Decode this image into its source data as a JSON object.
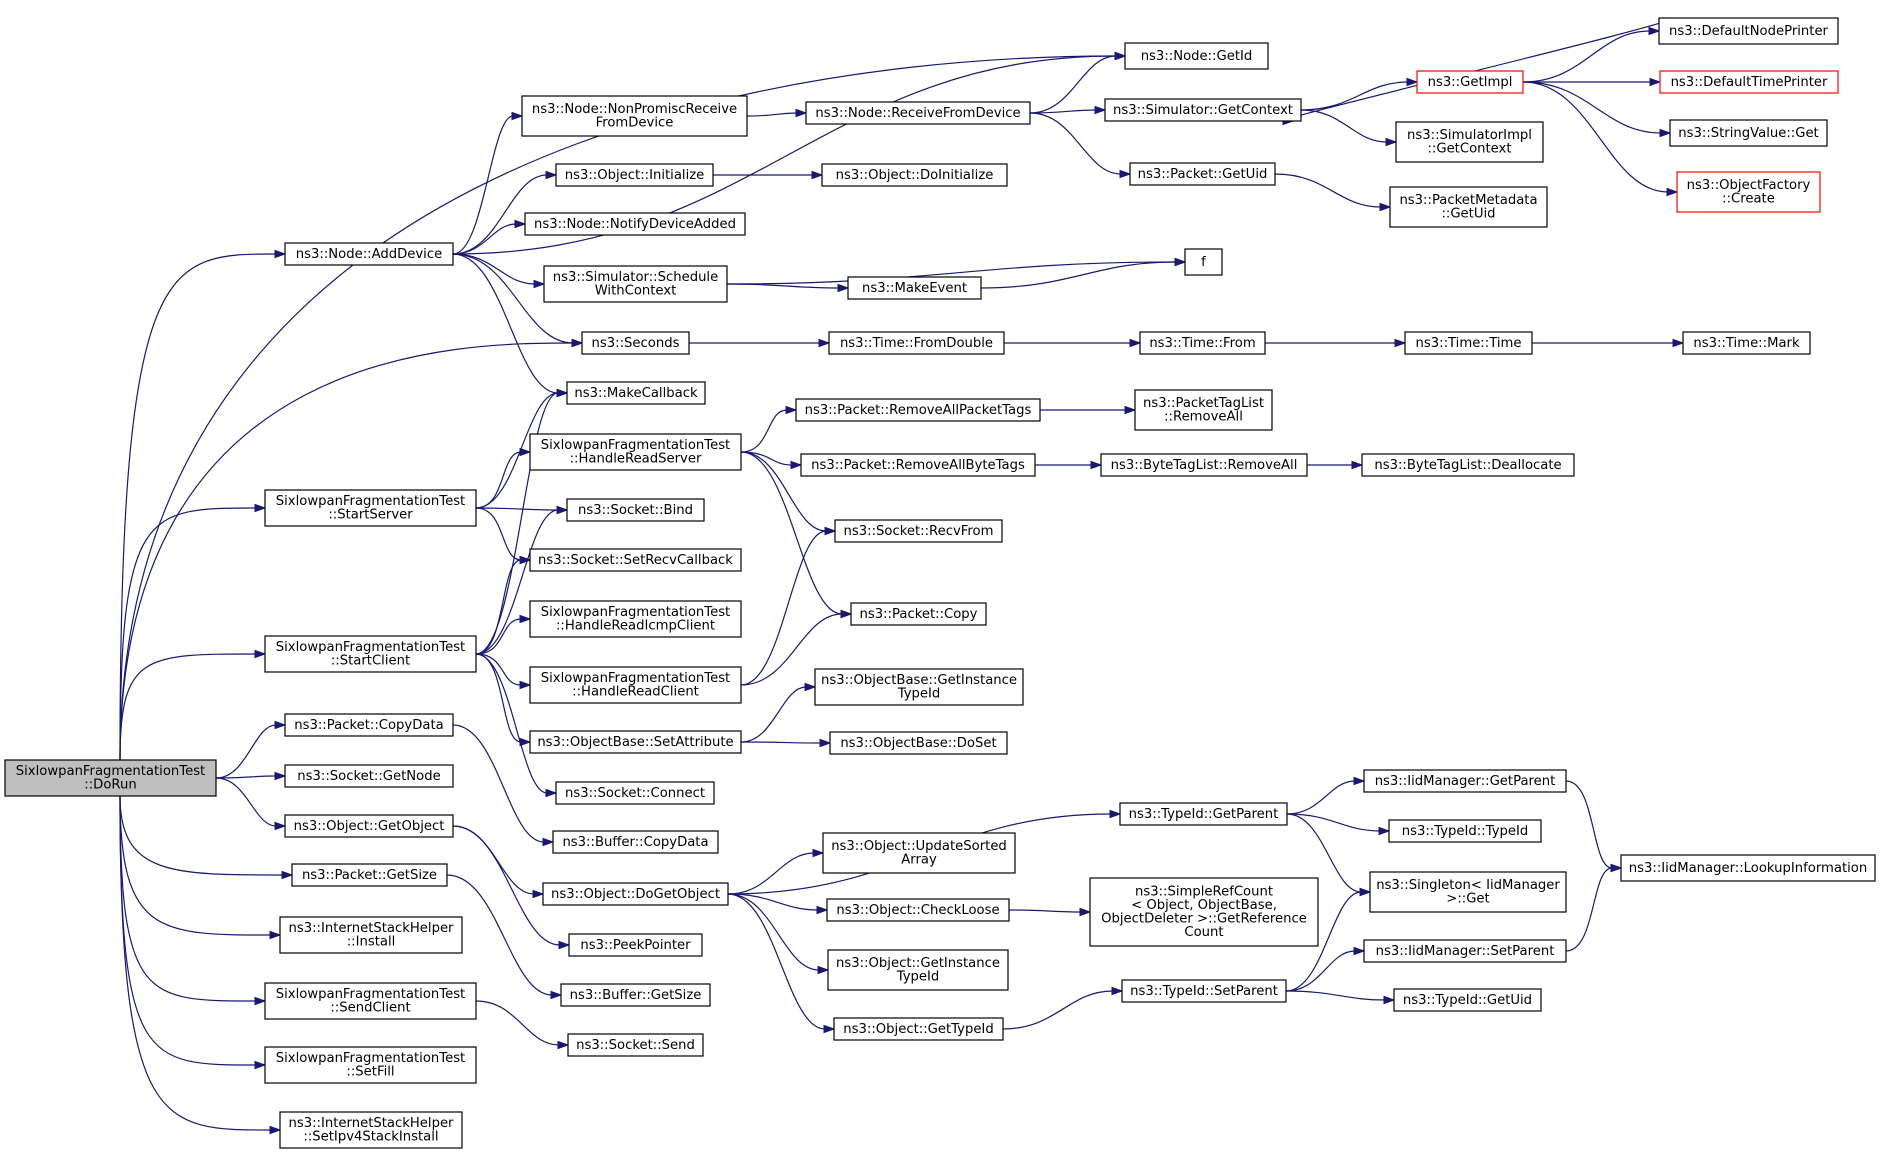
{
  "nodes": [
    {
      "id": "root",
      "lines": [
        "SixlowpanFragmentationTest",
        "::DoRun"
      ],
      "style": "root"
    },
    {
      "id": "addDevice",
      "lines": [
        "ns3::Node::AddDevice"
      ]
    },
    {
      "id": "startServer",
      "lines": [
        "SixlowpanFragmentationTest",
        "::StartServer"
      ]
    },
    {
      "id": "startClient",
      "lines": [
        "SixlowpanFragmentationTest",
        "::StartClient"
      ]
    },
    {
      "id": "packetCopyData",
      "lines": [
        "ns3::Packet::CopyData"
      ]
    },
    {
      "id": "socketGetNode",
      "lines": [
        "ns3::Socket::GetNode"
      ]
    },
    {
      "id": "objectGetObject",
      "lines": [
        "ns3::Object::GetObject"
      ]
    },
    {
      "id": "packetGetSize",
      "lines": [
        "ns3::Packet::GetSize"
      ]
    },
    {
      "id": "ishInstall",
      "lines": [
        "ns3::InternetStackHelper",
        "::Install"
      ]
    },
    {
      "id": "sendClient",
      "lines": [
        "SixlowpanFragmentationTest",
        "::SendClient"
      ]
    },
    {
      "id": "setFill",
      "lines": [
        "SixlowpanFragmentationTest",
        "::SetFill"
      ]
    },
    {
      "id": "ishSetIpv4",
      "lines": [
        "ns3::InternetStackHelper",
        "::SetIpv4StackInstall"
      ]
    },
    {
      "id": "nodeNonPromisc",
      "lines": [
        "ns3::Node::NonPromiscReceive",
        "FromDevice"
      ]
    },
    {
      "id": "objectInitialize",
      "lines": [
        "ns3::Object::Initialize"
      ]
    },
    {
      "id": "nodeNotifyDevice",
      "lines": [
        "ns3::Node::NotifyDeviceAdded"
      ]
    },
    {
      "id": "simScheduleCtx",
      "lines": [
        "ns3::Simulator::Schedule",
        "WithContext"
      ]
    },
    {
      "id": "seconds",
      "lines": [
        "ns3::Seconds"
      ]
    },
    {
      "id": "makeCallback",
      "lines": [
        "ns3::MakeCallback"
      ]
    },
    {
      "id": "handleReadServer",
      "lines": [
        "SixlowpanFragmentationTest",
        "::HandleReadServer"
      ]
    },
    {
      "id": "socketBind",
      "lines": [
        "ns3::Socket::Bind"
      ]
    },
    {
      "id": "socketSetRecvCb",
      "lines": [
        "ns3::Socket::SetRecvCallback"
      ]
    },
    {
      "id": "handleReadIcmp",
      "lines": [
        "SixlowpanFragmentationTest",
        "::HandleReadIcmpClient"
      ]
    },
    {
      "id": "handleReadClient",
      "lines": [
        "SixlowpanFragmentationTest",
        "::HandleReadClient"
      ]
    },
    {
      "id": "objBaseSetAttr",
      "lines": [
        "ns3::ObjectBase::SetAttribute"
      ]
    },
    {
      "id": "socketConnect",
      "lines": [
        "ns3::Socket::Connect"
      ]
    },
    {
      "id": "bufferCopyData",
      "lines": [
        "ns3::Buffer::CopyData"
      ]
    },
    {
      "id": "objectDoGetObject",
      "lines": [
        "ns3::Object::DoGetObject"
      ]
    },
    {
      "id": "peekPointer",
      "lines": [
        "ns3::PeekPointer"
      ]
    },
    {
      "id": "bufferGetSize",
      "lines": [
        "ns3::Buffer::GetSize"
      ]
    },
    {
      "id": "socketSend",
      "lines": [
        "ns3::Socket::Send"
      ]
    },
    {
      "id": "nodeGetId",
      "lines": [
        "ns3::Node::GetId"
      ]
    },
    {
      "id": "nodeRecvFromDevice",
      "lines": [
        "ns3::Node::ReceiveFromDevice"
      ]
    },
    {
      "id": "objectDoInitialize",
      "lines": [
        "ns3::Object::DoInitialize"
      ]
    },
    {
      "id": "makeEvent",
      "lines": [
        "ns3::MakeEvent"
      ]
    },
    {
      "id": "timeFromDouble",
      "lines": [
        "ns3::Time::FromDouble"
      ]
    },
    {
      "id": "pktRemoveAllPktTags",
      "lines": [
        "ns3::Packet::RemoveAllPacketTags"
      ]
    },
    {
      "id": "pktRemoveAllByteTags",
      "lines": [
        "ns3::Packet::RemoveAllByteTags"
      ]
    },
    {
      "id": "socketRecvFrom",
      "lines": [
        "ns3::Socket::RecvFrom"
      ]
    },
    {
      "id": "packetCopy",
      "lines": [
        "ns3::Packet::Copy"
      ]
    },
    {
      "id": "objBaseGetInstTid",
      "lines": [
        "ns3::ObjectBase::GetInstance",
        "TypeId"
      ]
    },
    {
      "id": "objBaseDoSet",
      "lines": [
        "ns3::ObjectBase::DoSet"
      ]
    },
    {
      "id": "objUpdateSorted",
      "lines": [
        "ns3::Object::UpdateSorted",
        "Array"
      ]
    },
    {
      "id": "objCheckLoose",
      "lines": [
        "ns3::Object::CheckLoose"
      ]
    },
    {
      "id": "objGetInstTid",
      "lines": [
        "ns3::Object::GetInstance",
        "TypeId"
      ]
    },
    {
      "id": "objGetTypeId",
      "lines": [
        "ns3::Object::GetTypeId"
      ]
    },
    {
      "id": "simGetContext",
      "lines": [
        "ns3::Simulator::GetContext"
      ]
    },
    {
      "id": "packetGetUid",
      "lines": [
        "ns3::Packet::GetUid"
      ]
    },
    {
      "id": "f",
      "lines": [
        "f"
      ]
    },
    {
      "id": "timeFrom",
      "lines": [
        "ns3::Time::From"
      ]
    },
    {
      "id": "pktTagListRemoveAll",
      "lines": [
        "ns3::PacketTagList",
        "::RemoveAll"
      ]
    },
    {
      "id": "byteTagListRemoveAll",
      "lines": [
        "ns3::ByteTagList::RemoveAll"
      ]
    },
    {
      "id": "typeIdGetParent",
      "lines": [
        "ns3::TypeId::GetParent"
      ]
    },
    {
      "id": "simpleRefCount",
      "lines": [
        "ns3::SimpleRefCount",
        "< Object, ObjectBase,",
        " ObjectDeleter >::GetReference",
        "Count"
      ]
    },
    {
      "id": "typeIdSetParent",
      "lines": [
        "ns3::TypeId::SetParent"
      ]
    },
    {
      "id": "getImpl",
      "lines": [
        "ns3::GetImpl"
      ],
      "style": "red"
    },
    {
      "id": "simImplGetContext",
      "lines": [
        "ns3::SimulatorImpl",
        "::GetContext"
      ]
    },
    {
      "id": "pktMetaGetUid",
      "lines": [
        "ns3::PacketMetadata",
        "::GetUid"
      ]
    },
    {
      "id": "timeTime",
      "lines": [
        "ns3::Time::Time"
      ]
    },
    {
      "id": "byteTagListDealloc",
      "lines": [
        "ns3::ByteTagList::Deallocate"
      ]
    },
    {
      "id": "iidGetParent",
      "lines": [
        "ns3::IidManager::GetParent"
      ]
    },
    {
      "id": "typeIdTypeId",
      "lines": [
        "ns3::TypeId::TypeId"
      ]
    },
    {
      "id": "singletonGet",
      "lines": [
        "ns3::Singleton< IidManager",
        " >::Get"
      ]
    },
    {
      "id": "iidSetParent",
      "lines": [
        "ns3::IidManager::SetParent"
      ]
    },
    {
      "id": "typeIdGetUid",
      "lines": [
        "ns3::TypeId::GetUid"
      ]
    },
    {
      "id": "defaultNodePrinter",
      "lines": [
        "ns3::DefaultNodePrinter"
      ]
    },
    {
      "id": "defaultTimePrinter",
      "lines": [
        "ns3::DefaultTimePrinter"
      ],
      "style": "red"
    },
    {
      "id": "stringValueGet",
      "lines": [
        "ns3::StringValue::Get"
      ]
    },
    {
      "id": "objectFactoryCreate",
      "lines": [
        "ns3::ObjectFactory",
        "::Create"
      ],
      "style": "red"
    },
    {
      "id": "timeMark",
      "lines": [
        "ns3::Time::Mark"
      ]
    },
    {
      "id": "iidLookupInfo",
      "lines": [
        "ns3::IidManager::LookupInformation"
      ]
    }
  ],
  "edges": [
    [
      "root",
      "addDevice"
    ],
    [
      "root",
      "startServer"
    ],
    [
      "root",
      "startClient"
    ],
    [
      "root",
      "packetCopyData"
    ],
    [
      "root",
      "socketGetNode"
    ],
    [
      "root",
      "objectGetObject"
    ],
    [
      "root",
      "packetGetSize"
    ],
    [
      "root",
      "ishInstall"
    ],
    [
      "root",
      "sendClient"
    ],
    [
      "root",
      "setFill"
    ],
    [
      "root",
      "ishSetIpv4"
    ],
    [
      "root",
      "nodeGetId"
    ],
    [
      "root",
      "seconds"
    ],
    [
      "addDevice",
      "nodeGetId"
    ],
    [
      "addDevice",
      "nodeNonPromisc"
    ],
    [
      "addDevice",
      "objectInitialize"
    ],
    [
      "addDevice",
      "nodeNotifyDevice"
    ],
    [
      "addDevice",
      "simScheduleCtx"
    ],
    [
      "addDevice",
      "seconds"
    ],
    [
      "addDevice",
      "makeCallback"
    ],
    [
      "nodeNonPromisc",
      "nodeRecvFromDevice"
    ],
    [
      "nodeRecvFromDevice",
      "nodeGetId"
    ],
    [
      "nodeRecvFromDevice",
      "simGetContext"
    ],
    [
      "nodeRecvFromDevice",
      "packetGetUid"
    ],
    [
      "simGetContext",
      "getImpl"
    ],
    [
      "simGetContext",
      "simImplGetContext"
    ],
    [
      "getImpl",
      "defaultNodePrinter"
    ],
    [
      "getImpl",
      "defaultTimePrinter"
    ],
    [
      "getImpl",
      "stringValueGet"
    ],
    [
      "getImpl",
      "objectFactoryCreate"
    ],
    [
      "defaultNodePrinter",
      "simGetContext"
    ],
    [
      "packetGetUid",
      "pktMetaGetUid"
    ],
    [
      "objectInitialize",
      "objectDoInitialize"
    ],
    [
      "simScheduleCtx",
      "f"
    ],
    [
      "simScheduleCtx",
      "makeEvent"
    ],
    [
      "makeEvent",
      "f"
    ],
    [
      "seconds",
      "timeFromDouble"
    ],
    [
      "timeFromDouble",
      "timeFrom"
    ],
    [
      "timeFrom",
      "timeTime"
    ],
    [
      "timeTime",
      "timeMark"
    ],
    [
      "startServer",
      "makeCallback"
    ],
    [
      "startServer",
      "handleReadServer"
    ],
    [
      "startServer",
      "socketBind"
    ],
    [
      "startServer",
      "socketSetRecvCb"
    ],
    [
      "handleReadServer",
      "pktRemoveAllPktTags"
    ],
    [
      "handleReadServer",
      "pktRemoveAllByteTags"
    ],
    [
      "handleReadServer",
      "socketRecvFrom"
    ],
    [
      "handleReadServer",
      "packetCopy"
    ],
    [
      "pktRemoveAllPktTags",
      "pktTagListRemoveAll"
    ],
    [
      "pktRemoveAllByteTags",
      "byteTagListRemoveAll"
    ],
    [
      "byteTagListRemoveAll",
      "byteTagListDealloc"
    ],
    [
      "startClient",
      "makeCallback"
    ],
    [
      "startClient",
      "socketBind"
    ],
    [
      "startClient",
      "socketSetRecvCb"
    ],
    [
      "startClient",
      "handleReadIcmp"
    ],
    [
      "startClient",
      "handleReadClient"
    ],
    [
      "startClient",
      "objBaseSetAttr"
    ],
    [
      "startClient",
      "socketConnect"
    ],
    [
      "handleReadClient",
      "socketRecvFrom"
    ],
    [
      "handleReadClient",
      "packetCopy"
    ],
    [
      "objBaseSetAttr",
      "objBaseGetInstTid"
    ],
    [
      "objBaseSetAttr",
      "objBaseDoSet"
    ],
    [
      "packetCopyData",
      "bufferCopyData"
    ],
    [
      "objectGetObject",
      "objectDoGetObject"
    ],
    [
      "objectGetObject",
      "peekPointer"
    ],
    [
      "objectDoGetObject",
      "typeIdGetParent"
    ],
    [
      "objectDoGetObject",
      "objUpdateSorted"
    ],
    [
      "objectDoGetObject",
      "objCheckLoose"
    ],
    [
      "objectDoGetObject",
      "objGetInstTid"
    ],
    [
      "objectDoGetObject",
      "objGetTypeId"
    ],
    [
      "objCheckLoose",
      "simpleRefCount"
    ],
    [
      "objGetTypeId",
      "typeIdSetParent"
    ],
    [
      "typeIdGetParent",
      "iidGetParent"
    ],
    [
      "typeIdGetParent",
      "typeIdTypeId"
    ],
    [
      "typeIdGetParent",
      "singletonGet"
    ],
    [
      "iidGetParent",
      "iidLookupInfo"
    ],
    [
      "typeIdSetParent",
      "singletonGet"
    ],
    [
      "typeIdSetParent",
      "iidSetParent"
    ],
    [
      "typeIdSetParent",
      "typeIdGetUid"
    ],
    [
      "iidSetParent",
      "iidLookupInfo"
    ],
    [
      "packetGetSize",
      "bufferGetSize"
    ],
    [
      "sendClient",
      "socketSend"
    ]
  ]
}
